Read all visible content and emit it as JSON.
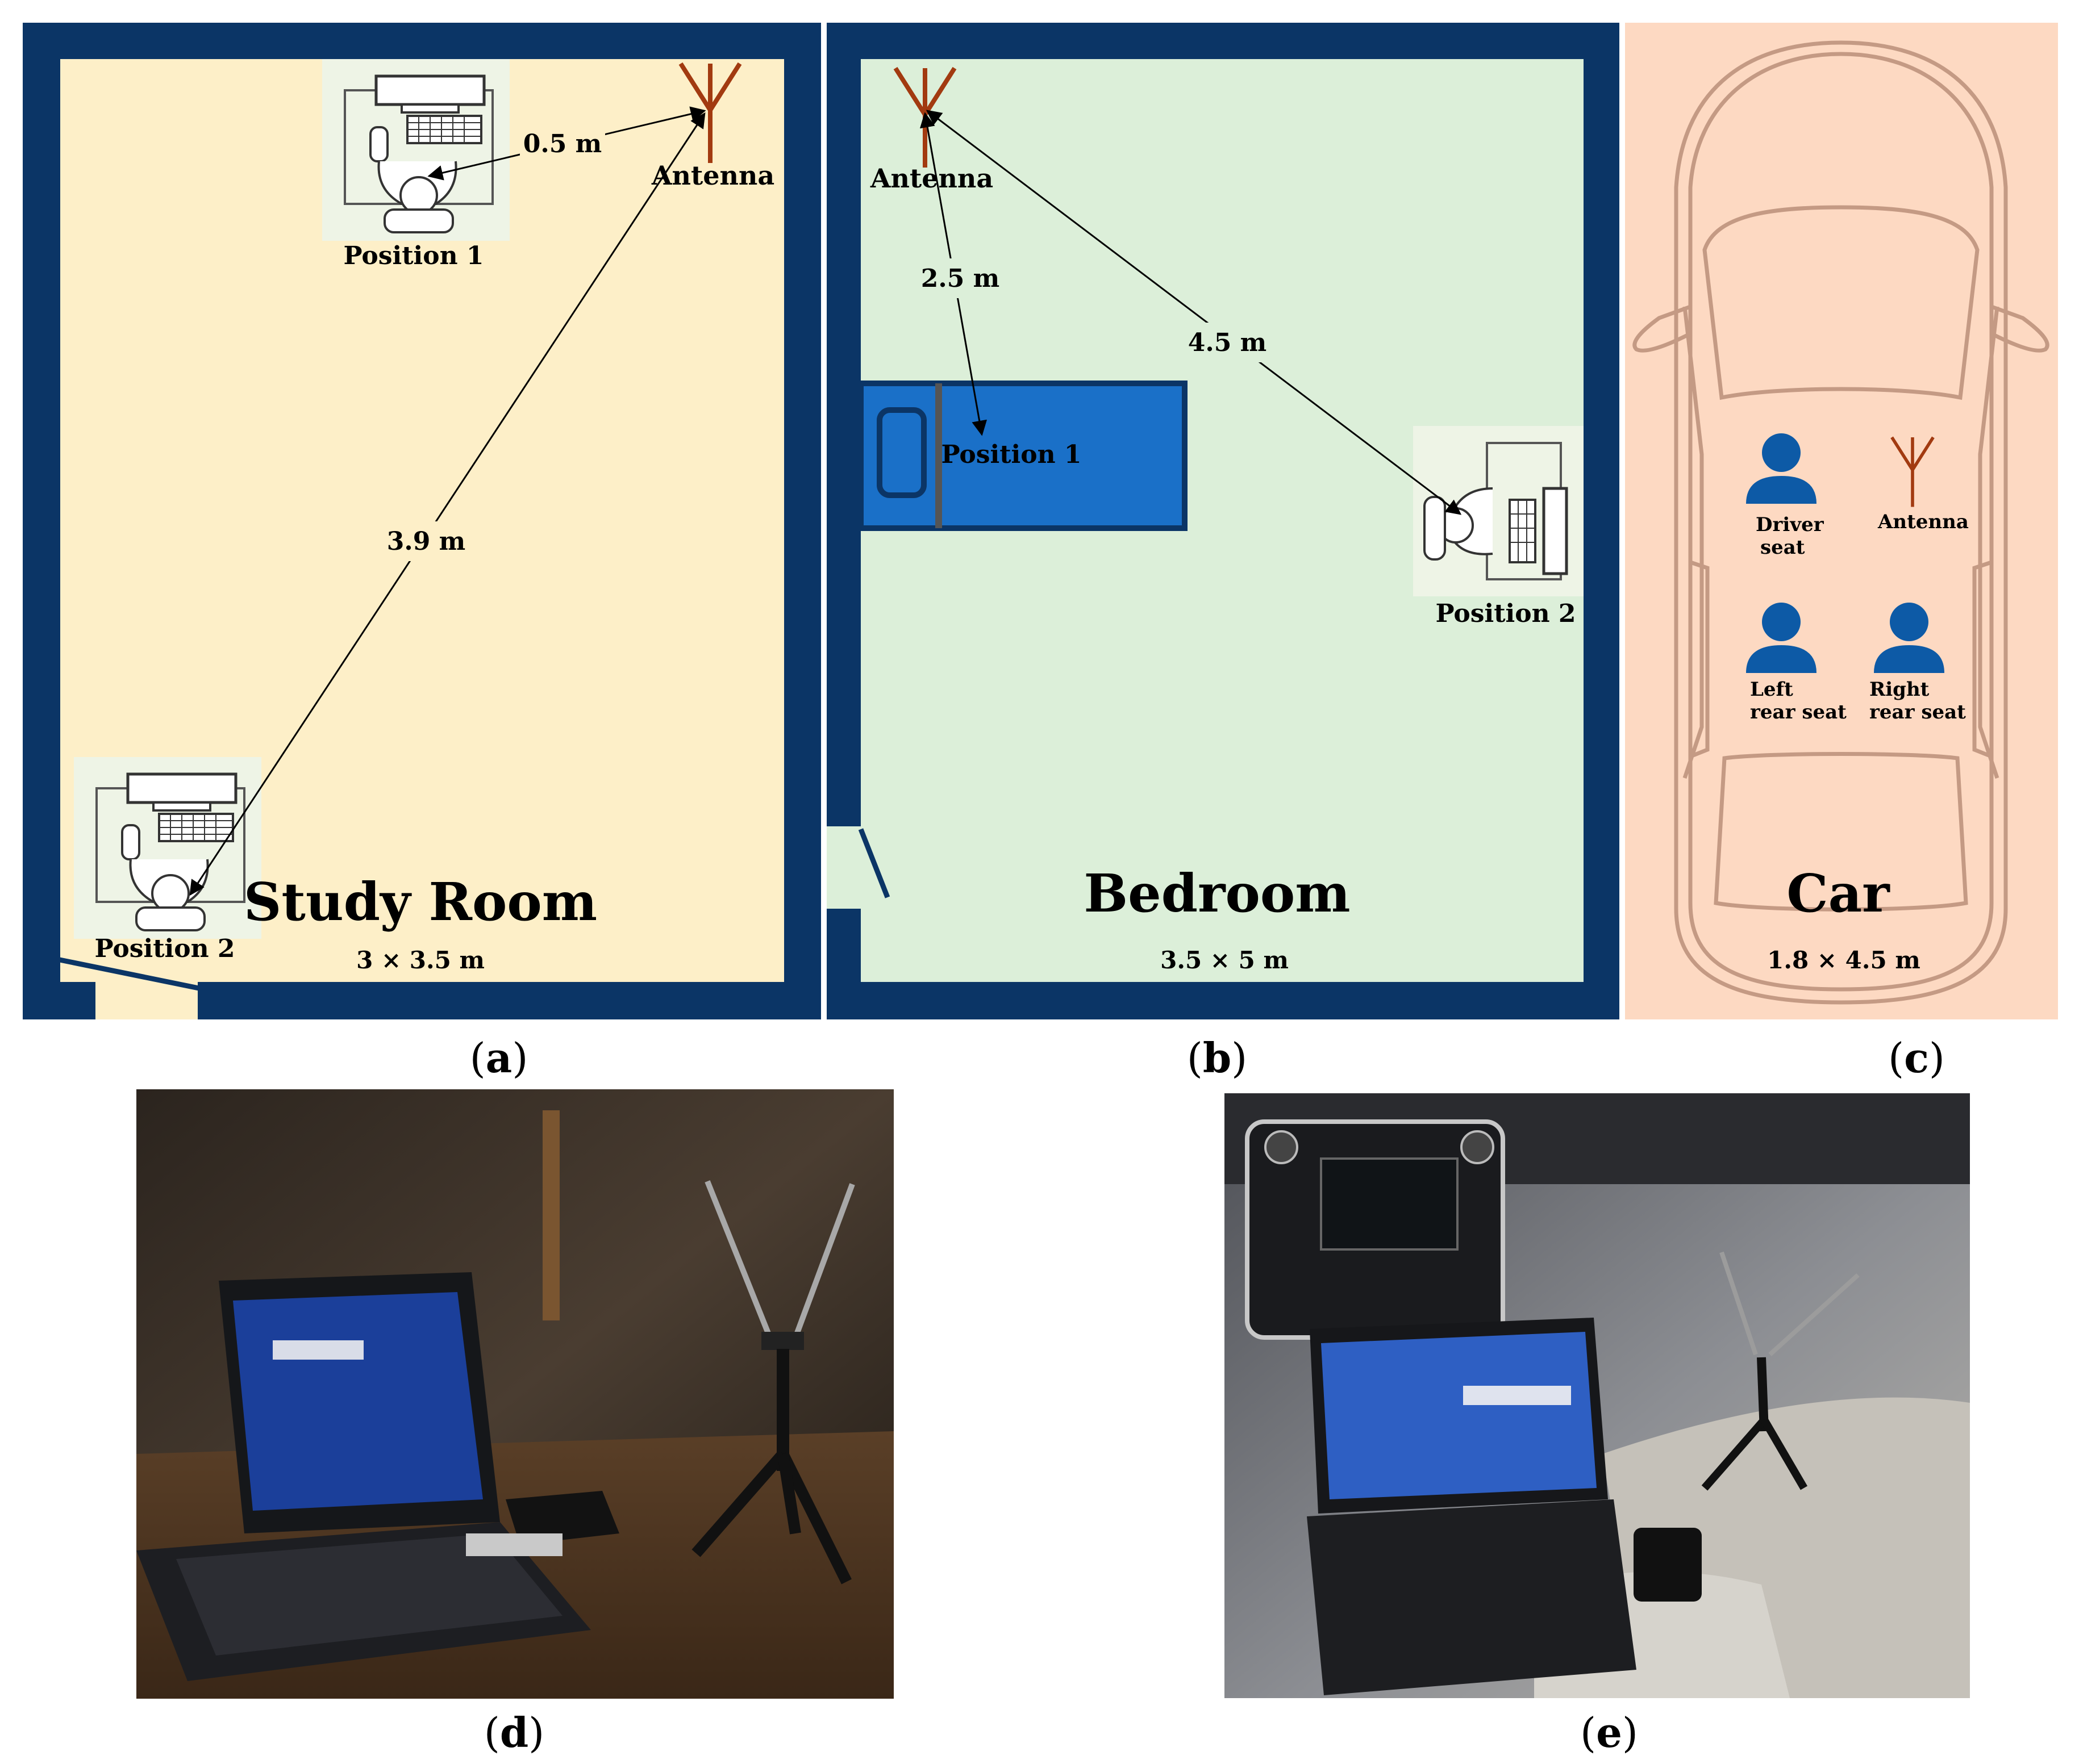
{
  "panel_a": {
    "room_name": "Study Room",
    "room_size": "3 × 3.5 m",
    "antenna_label": "Antenna",
    "position_1_label": "Position 1",
    "position_2_label": "Position 2",
    "distance_1": "0.5 m",
    "distance_2": "3.9 m"
  },
  "panel_b": {
    "room_name": "Bedroom",
    "room_size": "3.5 × 5 m",
    "antenna_label": "Antenna",
    "position_1_label": "Position 1",
    "position_2_label": "Position 2",
    "distance_1": "2.5 m",
    "distance_2": "4.5 m"
  },
  "panel_c": {
    "room_name": "Car",
    "room_size": "1.8 × 4.5 m",
    "driver_line1": "Driver",
    "driver_line2": "seat",
    "antenna_label": "Antenna",
    "left_rear_line1": "Left",
    "left_rear_line2": "rear seat",
    "right_rear_line1": "Right",
    "right_rear_line2": "rear seat"
  },
  "captions": {
    "a": "a",
    "b": "b",
    "c": "c",
    "d": "d",
    "e": "e"
  },
  "colors": {
    "wall": "#0b3566",
    "study_floor": "#fdefc8",
    "bedroom_floor": "#dcefd9",
    "car_bg": "#fdd9c2",
    "car_outline": "#c49a84",
    "antenna": "#a23a10",
    "bed": "#1a70c8",
    "person": "#0d5aa6",
    "workstation_bg": "#eef4e6"
  }
}
